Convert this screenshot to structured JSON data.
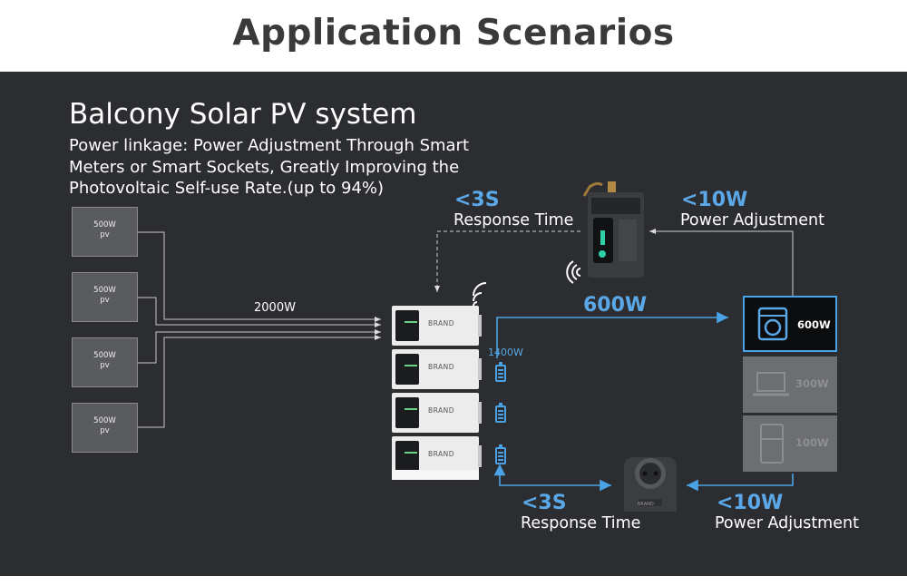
{
  "page_title": "Application Scenarios",
  "section_title": "Balcony Solar PV system",
  "description": "Power linkage: Power Adjustment Through Smart Meters or Smart Sockets, Greatly Improving the Photovoltaic Self-use Rate.(up to 94%)",
  "pv_panels": [
    {
      "power": "500W",
      "label": "pv"
    },
    {
      "power": "500W",
      "label": "pv"
    },
    {
      "power": "500W",
      "label": "pv"
    },
    {
      "power": "500W",
      "label": "pv"
    }
  ],
  "pv_total": "2000W",
  "battery_brand": "BRAND",
  "battery_modules": [
    "BRAND",
    "BRAND",
    "BRAND",
    "BRAND"
  ],
  "battery_power": "1400W",
  "meter": {
    "response_value": "<3S",
    "response_label": "Response Time",
    "adjust_value": "<10W",
    "adjust_label": "Power Adjustment"
  },
  "socket": {
    "response_value": "<3S",
    "response_label": "Response Time",
    "adjust_value": "<10W",
    "adjust_label": "Power Adjustment",
    "brand": "BRAND"
  },
  "flow_to_loads": "600W",
  "loads": [
    {
      "name": "washing-machine",
      "power": "600W",
      "active": true
    },
    {
      "name": "laptop",
      "power": "300W",
      "active": false
    },
    {
      "name": "refrigerator",
      "power": "100W",
      "active": false
    }
  ],
  "colors": {
    "accent": "#5aa8e8",
    "panel_bg": "#2b2d31",
    "title": "#3a3a3a"
  }
}
